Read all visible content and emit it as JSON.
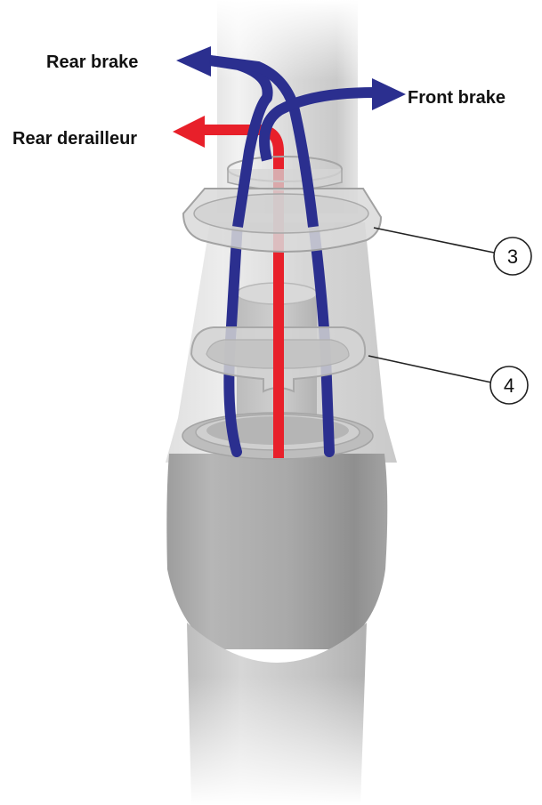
{
  "labels": {
    "rear_brake": "Rear brake",
    "front_brake": "Front brake",
    "rear_derailleur": "Rear derailleur"
  },
  "callouts": [
    {
      "number": "3"
    },
    {
      "number": "4"
    }
  ],
  "colors": {
    "brake_cable": "#2b2f8f",
    "derailleur_cable": "#e8202a",
    "frame_gray": "#c8c8c8"
  }
}
